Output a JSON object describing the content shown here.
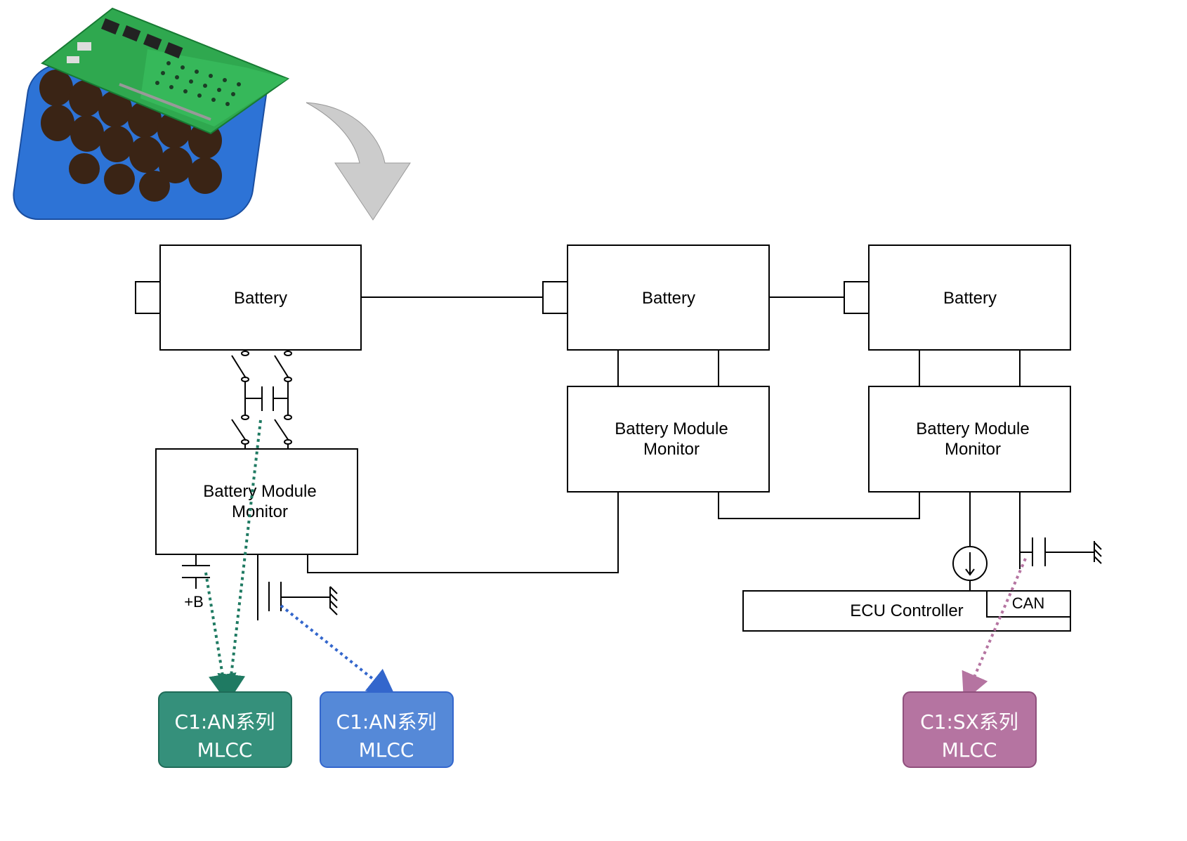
{
  "diagram": {
    "battery_label": "Battery",
    "bmm_line1": "Battery Module",
    "bmm_line2": "Monitor",
    "ecu_label": "ECU Controller",
    "can_label": "CAN",
    "plus_b_label": "+B"
  },
  "tags": {
    "an1": {
      "line1": "C1:AN系列",
      "line2": "MLCC",
      "color": "#35907b"
    },
    "an2": {
      "line1": "C1:AN系列",
      "line2": "MLCC",
      "color": "#5589d8"
    },
    "sx": {
      "line1": "C1:SX系列",
      "line2": "MLCC",
      "color": "#b574a1"
    }
  },
  "colors": {
    "arrow_gray": "#cccccc",
    "green_link": "#1f7a62",
    "blue_link": "#3366cc",
    "pink_link": "#b574a1",
    "pcb_green": "#2fa84f",
    "cell_blue": "#2d73d6"
  },
  "icons": {
    "battery_pack": "battery-pack-image",
    "down_arrow": "curved-down-arrow-icon"
  }
}
